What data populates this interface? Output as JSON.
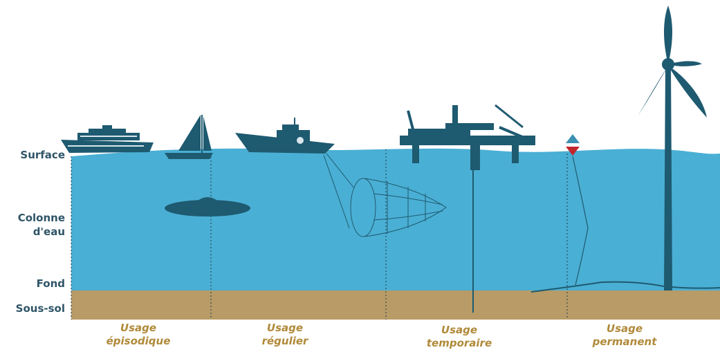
{
  "zones": {
    "surface": "Surface",
    "colonne_line1": "Colonne",
    "colonne_line2": "d'eau",
    "fond": "Fond",
    "sous_sol": "Sous-sol"
  },
  "usages": [
    {
      "line1": "Usage",
      "line2": "épisodique"
    },
    {
      "line1": "Usage",
      "line2": "régulier"
    },
    {
      "line1": "Usage",
      "line2": "temporaire"
    },
    {
      "line1": "Usage",
      "line2": "permanent"
    }
  ],
  "colors": {
    "water": "#4aafd4",
    "seabed": "#b89b66",
    "objects": "#1e5a70",
    "label_text": "#2f5568",
    "usage_text": "#b08a3a",
    "buoy_top": "#3b8fb0",
    "buoy_bottom": "#c0272d"
  }
}
